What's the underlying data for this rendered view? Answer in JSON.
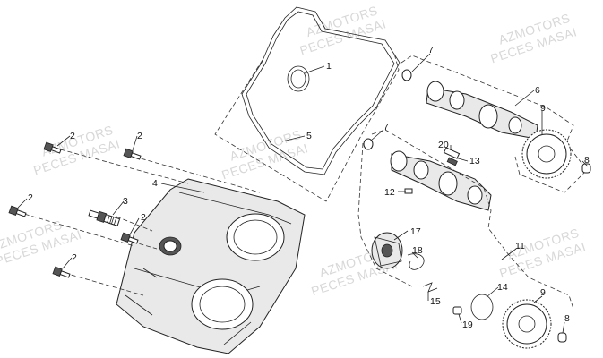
{
  "watermark": {
    "line1": "AZMOTORS",
    "line2": "PECES MASAI"
  },
  "callouts": {
    "c1": "1",
    "c2a": "2",
    "c2b": "2",
    "c2c": "2",
    "c2d": "2",
    "c2e": "2",
    "c3": "3",
    "c4": "4",
    "c5": "5",
    "c6": "6",
    "c7a": "7",
    "c7b": "7",
    "c8a": "8",
    "c8b": "8",
    "c9a": "9",
    "c9b": "9",
    "c11": "11",
    "c12": "12",
    "c13": "13",
    "c14": "14",
    "c15": "15",
    "c17": "17",
    "c18": "18",
    "c19": "19",
    "c20": "20"
  }
}
